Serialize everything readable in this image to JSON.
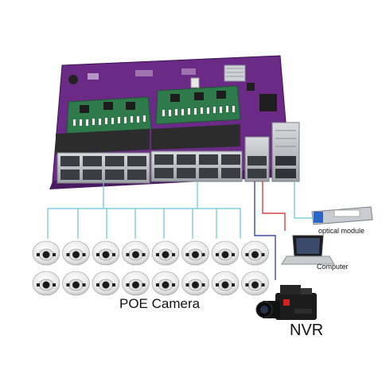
{
  "labels": {
    "poe_camera": "POE Camera",
    "nvr": "NVR",
    "optical_module": "optical module",
    "computer": "Computer"
  },
  "colors": {
    "pcb": "#6a2a86",
    "pcb_dark": "#4a1a60",
    "poe_board": "#2e7a4a",
    "port_metal": "#b9bcc0",
    "port_hole": "#3a3d42",
    "line_cyan": "#66c6d6",
    "line_red": "#d62020",
    "line_blue": "#1a2aa8",
    "camera_body": "#f2f2f2",
    "camera_lens": "#1a1a1a"
  },
  "counts": {
    "rj45_ports": 16,
    "sfp_ports": 2,
    "cameras": 16
  }
}
